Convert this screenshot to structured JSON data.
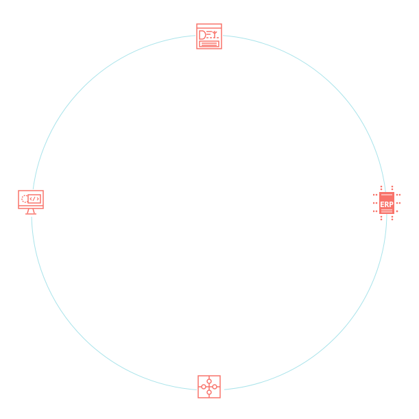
{
  "diagram": {
    "ring_color": "#a8e3ea",
    "icon_color": "#f8736a",
    "nodes": [
      {
        "id": "top",
        "icon": "web-design-icon"
      },
      {
        "id": "right",
        "icon": "erp-chip-icon",
        "lettering": "ERP"
      },
      {
        "id": "bottom",
        "icon": "puzzle-integration-icon"
      },
      {
        "id": "left",
        "icon": "monitor-code-gear-icon"
      }
    ]
  }
}
